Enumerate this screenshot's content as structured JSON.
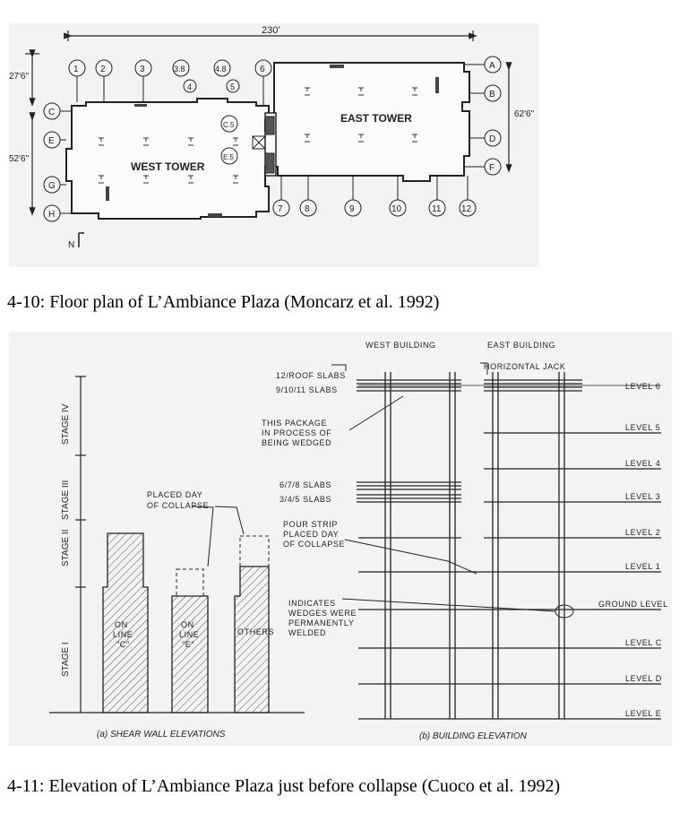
{
  "figure1": {
    "caption": "4-10: Floor plan of L’Ambiance Plaza (Moncarz et al. 1992)",
    "overall_dim": "230'",
    "dim_left_top": "27'6\"",
    "dim_left_mid": "52'6\"",
    "dim_right": "62'6\"",
    "west_tower": "WEST TOWER",
    "east_tower": "EAST TOWER",
    "north": "N",
    "grid_top": [
      "1",
      "2",
      "3",
      "3.8",
      "4.8",
      "6"
    ],
    "grid_top_sub": [
      "4",
      "5"
    ],
    "grid_bottom": [
      "7",
      "8",
      "9",
      "10",
      "11",
      "12"
    ],
    "grid_left": [
      "C",
      "E",
      "G",
      "H"
    ],
    "grid_right": [
      "A",
      "B",
      "D",
      "F"
    ],
    "grid_mid": [
      "C.5",
      "E.5"
    ]
  },
  "figure2": {
    "caption": "4-11: Elevation of L’Ambiance Plaza just before collapse (Cuoco et al. 1992)",
    "west_building": "WEST BUILDING",
    "east_building": "EAST BUILDING",
    "horizontal_jack": "HORIZONTAL JACK",
    "roof_slabs": "12/ROOF SLABS",
    "slabs_9_11": "9/10/11 SLABS",
    "package_note": [
      "THIS PACKAGE",
      "IN PROCESS OF",
      "BEING WEDGED"
    ],
    "slabs_6_8": "6/7/8 SLABS",
    "slabs_3_5": "3/4/5 SLABS",
    "pour_strip": [
      "POUR STRIP",
      "PLACED DAY",
      "OF COLLAPSE"
    ],
    "wedges_note": [
      "INDICATES",
      "WEDGES WERE",
      "PERMANENTLY",
      "WELDED"
    ],
    "placed_day": [
      "PLACED DAY",
      "OF COLLAPSE"
    ],
    "stages": [
      "STAGE I",
      "STAGE II",
      "STAGE III",
      "STAGE IV"
    ],
    "wall_c": [
      "ON",
      "LINE",
      "\"C\""
    ],
    "wall_e": [
      "ON",
      "LINE",
      "\"E\""
    ],
    "wall_others": "OTHERS",
    "levels": [
      "LEVEL 6",
      "LEVEL 5",
      "LEVEL 4",
      "LEVEL 3",
      "LEVEL 2",
      "LEVEL 1",
      "GROUND LEVEL",
      "LEVEL C",
      "LEVEL D",
      "LEVEL E"
    ],
    "sub_a": "(a) SHEAR WALL ELEVATIONS",
    "sub_b": "(b) BUILDING ELEVATION"
  }
}
